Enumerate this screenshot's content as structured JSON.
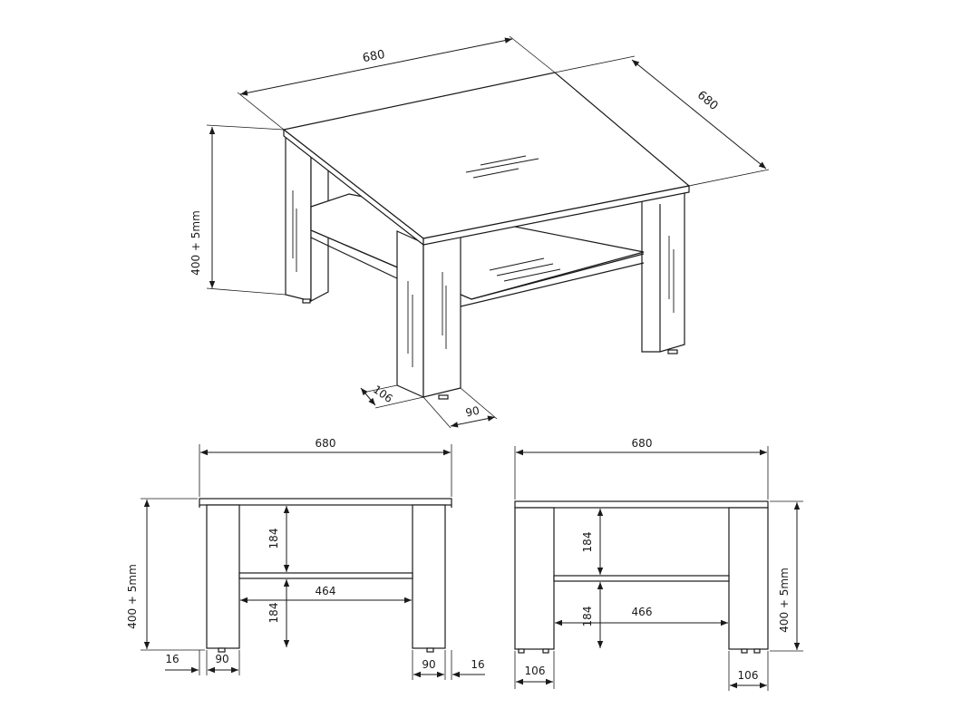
{
  "iso_view": {
    "width_label": "680",
    "depth_label": "680",
    "height_label": "400 + 5mm",
    "leg_width_label": "106",
    "leg_depth_label": "90"
  },
  "front_view": {
    "width_label": "680",
    "height_label": "400 + 5mm",
    "upper_gap_label": "184",
    "lower_gap_label": "184",
    "inner_width_label": "464",
    "left_offset_label": "16",
    "left_leg_label": "90",
    "right_leg_label": "90",
    "right_offset_label": "16"
  },
  "side_view": {
    "width_label": "680",
    "height_label": "400 + 5mm",
    "upper_gap_label": "184",
    "lower_gap_label": "184",
    "inner_width_label": "466",
    "left_leg_label": "106",
    "right_leg_label": "106"
  }
}
